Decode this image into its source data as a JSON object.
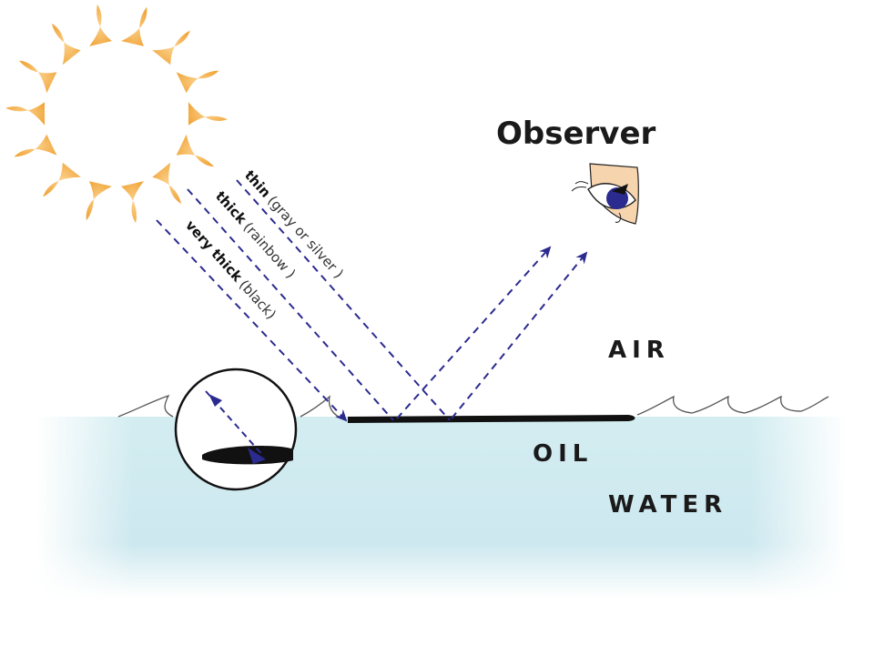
{
  "labels": {
    "observer": "Observer",
    "air": "AIR",
    "oil": "OIL",
    "water": "WATER"
  },
  "rays": [
    {
      "bold": "thin",
      "note": "(gray or silver )"
    },
    {
      "bold": "thick",
      "note": "(rainbow )"
    },
    {
      "bold": "very thick",
      "note": "(black)"
    }
  ],
  "icons": {
    "sun": "sun-icon",
    "eye": "eye-icon",
    "magnifier": "magnifier-inset"
  },
  "colors": {
    "sun_ray": "#f0a73a",
    "light_ray": "#2b2a8f",
    "water": "#cfe9ee",
    "oil": "#111111"
  }
}
